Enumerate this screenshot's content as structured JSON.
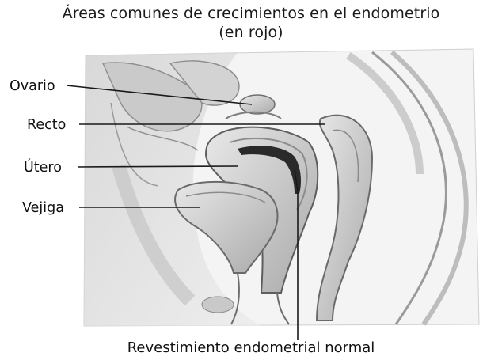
{
  "title": {
    "line1": "Áreas comunes de crecimientos en el endometrio",
    "line2": "(en rojo)"
  },
  "labels": {
    "ovario": "Ovario",
    "recto": "Recto",
    "utero": "Útero",
    "vejiga": "Vejiga",
    "revestimiento": "Revestimiento endometrial normal"
  },
  "colors": {
    "tissue_light": "#d9d9d9",
    "tissue_mid": "#b5b5b5",
    "tissue_dark": "#7a7a7a",
    "lining": "#2a2a2a"
  }
}
